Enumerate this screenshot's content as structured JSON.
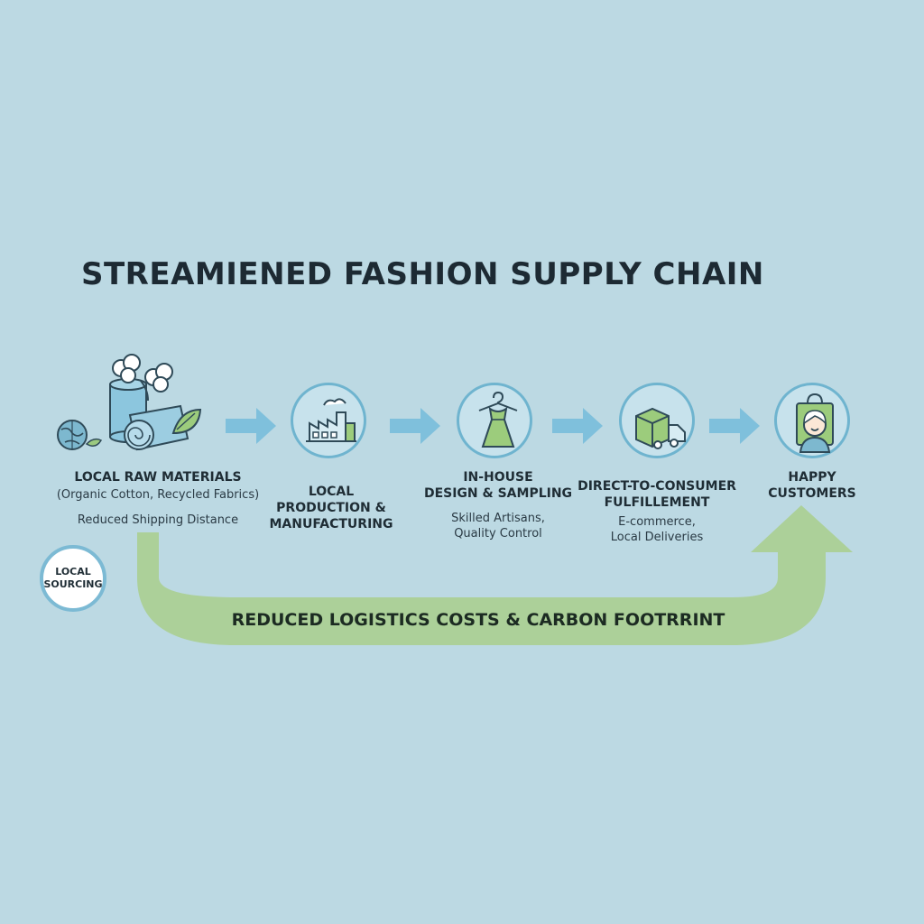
{
  "title": "STREAMIENED FASHION SUPPLY CHAIN",
  "steps": [
    {
      "label": "LOCAL RAW MATERIALS",
      "sub1": "(Organic Cotton, Recycled Fabrics)",
      "sub2": "Reduced Shipping Distance",
      "icon": "cotton-fabric-icon"
    },
    {
      "label_line1": "LOCAL",
      "label_line2": "PRODUCTION &",
      "label_line3": "MANUFACTURING",
      "icon": "factory-icon"
    },
    {
      "label_line1": "IN-HOUSE",
      "label_line2": "DESIGN & SAMPLING",
      "sub1": "Skilled Artisans,",
      "sub2": "Quality Control",
      "icon": "dress-hanger-icon"
    },
    {
      "label_line1": "DIRECT-TO-CONSUMER",
      "label_line2": "FULFILLEMENT",
      "sub1": "E-commerce,",
      "sub2": "Local Deliveries",
      "icon": "delivery-truck-icon"
    },
    {
      "label_line1": "HAPPY",
      "label_line2": "CUSTOMERS",
      "icon": "customer-shopping-bag-icon"
    }
  ],
  "badge": {
    "line1": "LOCAL",
    "line2": "SOURCING"
  },
  "band_label": "REDUCED LOGISTICS COSTS & CARBON FOOTRRINT",
  "colors": {
    "background": "#bcd9e3",
    "accent_blue": "#6fb4cf",
    "accent_green": "#a8d08d",
    "text": "#1f2d35"
  }
}
